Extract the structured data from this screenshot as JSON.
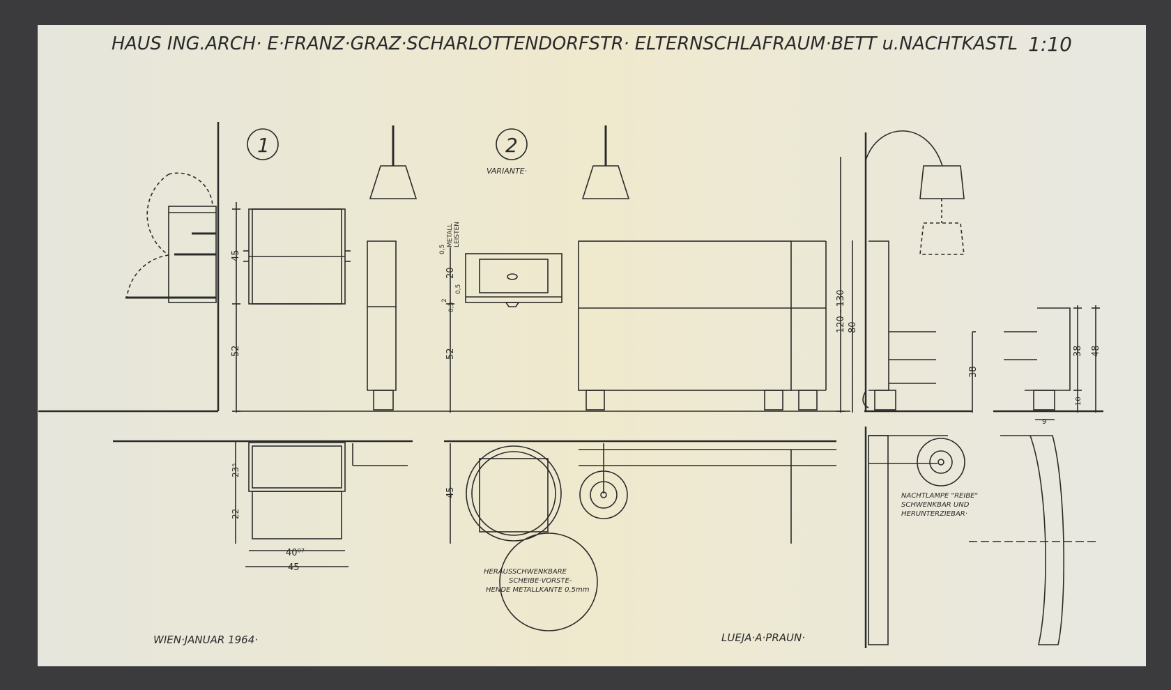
{
  "title": "HAUS ING.ARCH· E·FRANZ·GRAZ·SCHARLOTTENDORFSTR· ELTERNSCHLAFRAUM·BETT u.NACHTKASTL",
  "scale": "1:10",
  "view1": {
    "number": "1"
  },
  "view2": {
    "number": "2",
    "label": "VARIANTE·"
  },
  "dims": {
    "d45_a": "45",
    "d52_a": "52",
    "d05": "0,5",
    "metall": "METALL",
    "leisten": "LEISTEN",
    "d20": "20",
    "d05b": "0,5",
    "d2": "2",
    "d03": "0,3",
    "d52_b": "52",
    "d120": "120 - 130",
    "d80": "80",
    "d38_a": "38",
    "d38_b": "38",
    "d48": "48",
    "d10": "10",
    "d9": "9",
    "d23": "23⁵",
    "d22": "22",
    "d40": "40⁰⁷",
    "d45_b": "45",
    "d45_c": "45"
  },
  "notes": {
    "schwenk_1": "HERAUSSCHWENKBARE",
    "schwenk_2": "SCHEIBE·VORSTE-",
    "schwenk_3": "HENDE METALLKANTE 0,5mm",
    "lamp_1": "NACHTLAMPE \"REIBE\"",
    "lamp_2": "SCHWENKBAR UND",
    "lamp_3": "HERUNTERZIEBAR·"
  },
  "footer": {
    "place_date": "WIEN·JANUAR 1964·",
    "signature": "LUEJA·A·PRAUN·"
  },
  "colors": {
    "background": "#3b3b3d",
    "paper": "#e9e7d6",
    "ink": "#2a2a2a"
  }
}
